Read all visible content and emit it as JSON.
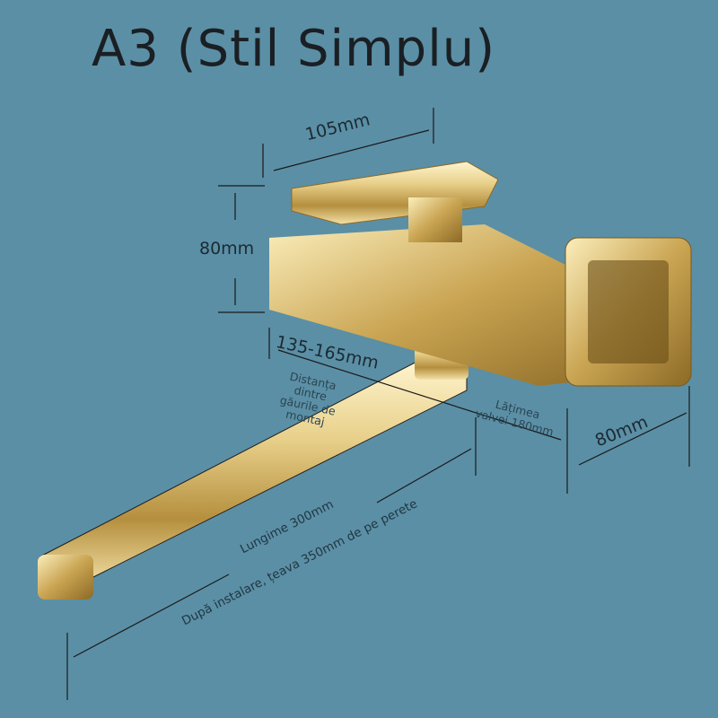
{
  "title": "A3 (Stil Simplu)",
  "dimensions": {
    "handle_width": "105mm",
    "body_height": "80mm",
    "hole_distance": "135-165mm",
    "hole_distance_note": "Distanța dintre găurile de montaj",
    "valve_width_note": "Lățimea valvei 180mm",
    "flange_depth": "80mm",
    "spout_length": "Lungime 300mm",
    "installed_length": "După instalare, țeava 350mm de pe perete"
  },
  "colors": {
    "background": "#5b8fa5",
    "gold": "#e6cf86",
    "text": "#1a1f24"
  }
}
